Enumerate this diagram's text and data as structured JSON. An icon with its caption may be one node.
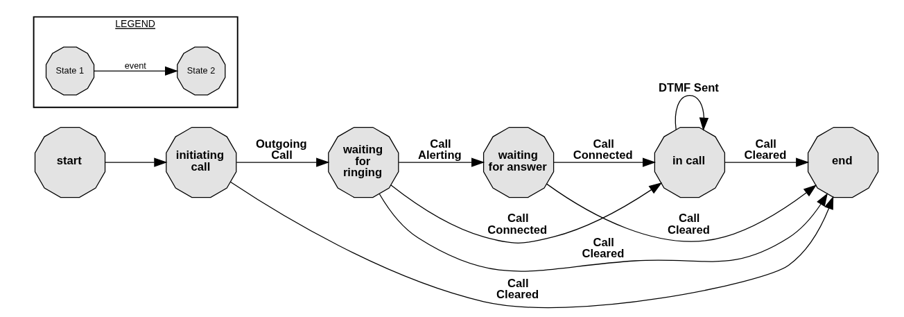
{
  "diagram": {
    "nodes": [
      {
        "text": [
          "start"
        ]
      },
      {
        "text": [
          "initiating call"
        ]
      },
      {
        "text": [
          "waiting for ringing"
        ]
      },
      {
        "text": [
          "waiting for answer"
        ]
      },
      {
        "text": [
          "in call"
        ]
      },
      {
        "text": [
          "end"
        ]
      },
      {
        "text": [
          "LEGEND"
        ]
      },
      {
        "text": [
          "State 1"
        ],
        "in": 6
      },
      {
        "text": [
          "State 2"
        ],
        "in": 6
      }
    ],
    "edges": [
      {
        "from": 0,
        "to": 1,
        "arrow": "to"
      },
      {
        "from": 1,
        "to": 2,
        "arrow": "to",
        "label": "Outgoing Call"
      },
      {
        "from": 2,
        "to": 3,
        "arrow": "to",
        "label": "Call Alerting"
      },
      {
        "from": 3,
        "to": 4,
        "arrow": "to",
        "label": "Call Connected"
      },
      {
        "from": 4,
        "to": 5,
        "arrow": "to",
        "label": "Call Cleared"
      },
      {
        "from": 2,
        "to": 4,
        "arrow": "to",
        "label": "Call Connected"
      },
      {
        "from": 4,
        "to": 4,
        "arrow": "to",
        "label": "DTMF Sent"
      },
      {
        "from": 1,
        "to": 5,
        "arrow": "to",
        "label": "Call Cleared"
      },
      {
        "from": 2,
        "to": 5,
        "arrow": "to",
        "label": "Call Cleared"
      },
      {
        "from": 3,
        "to": 5,
        "arrow": "to",
        "label": "Call Cleared"
      },
      {
        "from": 7,
        "to": 8,
        "arrow": "to",
        "label": "event"
      }
    ]
  }
}
